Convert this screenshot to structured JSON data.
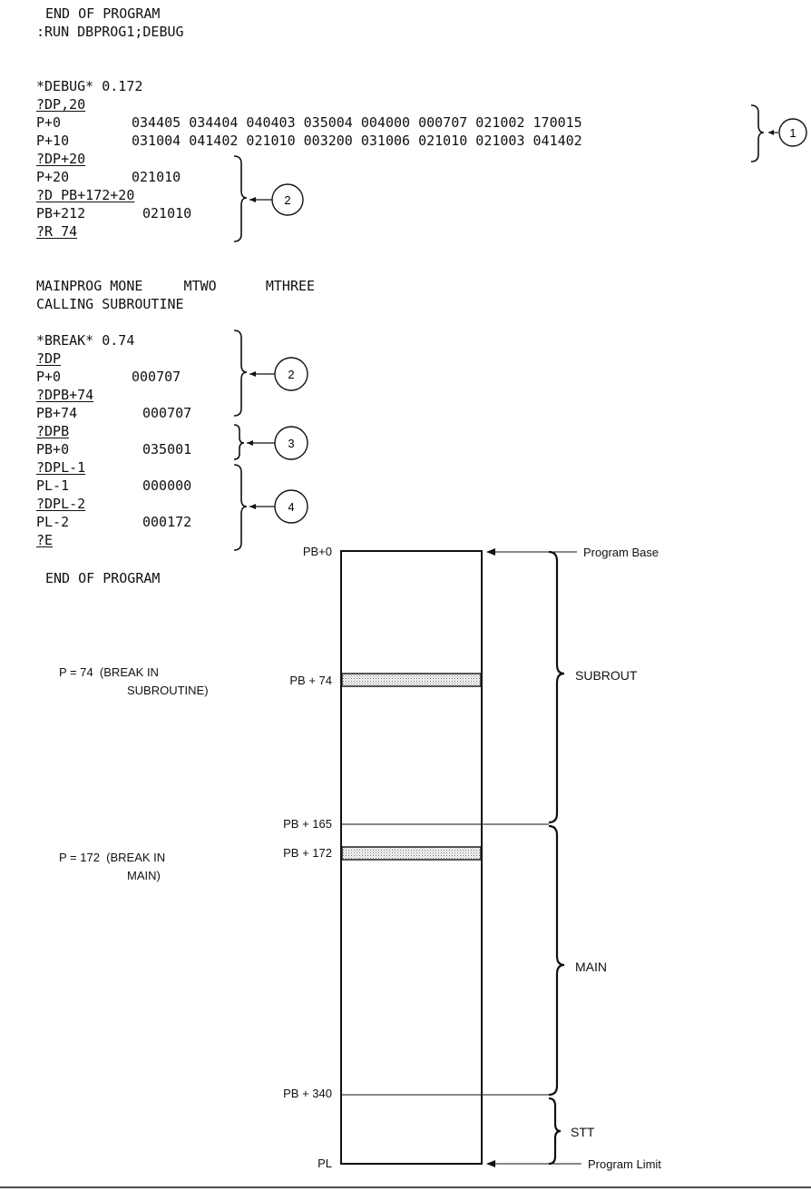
{
  "listing": {
    "end1": "END OF PROGRAM",
    "run": ":RUN DBPROG1;DEBUG",
    "debug_header": "*DEBUG* 0.172",
    "cmd_dp20": "?DP,20",
    "p0_label": "P+0",
    "p0_words": "034405 034404 040403 035004 004000 000707 021002 170015",
    "p10_label": "P+10",
    "p10_words": "031004 041402 021010 003200 031006 021010 021003 041402",
    "cmd_dp_plus20": "?DP+20",
    "p20_label": "P+20",
    "p20_val": "021010",
    "cmd_dpb172": "?D PB+172+20",
    "pb212_label": "PB+212",
    "pb212_val": "021010",
    "cmd_r74": "?R 74",
    "mainprog": "MAINPROG MONE     MTWO      MTHREE",
    "calling": "CALLING SUBROUTINE",
    "break_header": "*BREAK* 0.74",
    "cmd_dp": "?DP",
    "pp0_label": "P+0",
    "pp0_val": "000707",
    "cmd_dpb74": "?DPB+74",
    "pb74_label": "PB+74",
    "pb74_val": "000707",
    "cmd_dpb": "?DPB",
    "pb0_label": "PB+0",
    "pb0_val": "035001",
    "cmd_dpl1": "?DPL-1",
    "pl1_label": "PL-1",
    "pl1_val": "000000",
    "cmd_dpl2": "?DPL-2",
    "pl2_label": "PL-2",
    "pl2_val": "000172",
    "cmd_e": "?E",
    "end2": "END OF PROGRAM"
  },
  "callouts": [
    "1",
    "2",
    "2",
    "3",
    "4"
  ],
  "notes": {
    "p74_line1": "P = 74  (BREAK IN",
    "p74_line2": "SUBROUTINE)",
    "p172_line1": "P = 172  (BREAK IN",
    "p172_line2": "MAIN)"
  },
  "memory_map": {
    "addresses": {
      "pb0": "PB+0",
      "pb74": "PB + 74",
      "pb165": "PB + 165",
      "pb172": "PB + 172",
      "pb340": "PB + 340",
      "pl": "PL"
    },
    "pointers": {
      "program_base": "Program Base",
      "program_limit": "Program Limit"
    },
    "segments": {
      "subrout": "SUBROUT",
      "main": "MAIN",
      "stt": "STT"
    }
  }
}
